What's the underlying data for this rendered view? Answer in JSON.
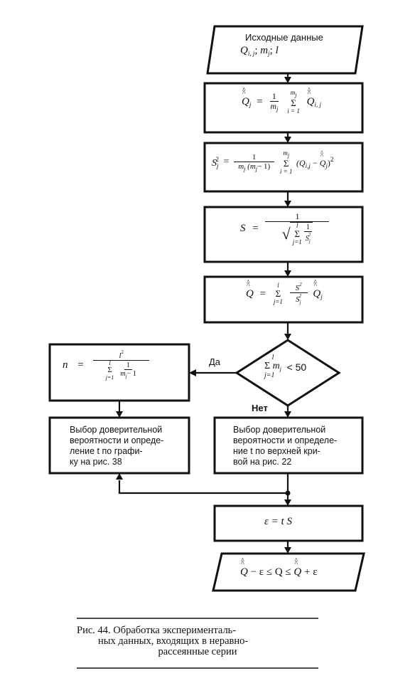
{
  "blocks": {
    "input": {
      "title": "Исходные данные",
      "vars": "Q",
      "vars_sub": "i, j",
      "sep1": "; ",
      "m": "m",
      "m_sub": "j",
      "sep2": "; ",
      "l": "l"
    },
    "mean": {
      "lhs": "Q",
      "lhs_sub": "j",
      "eq": "=",
      "num": "1",
      "den": "m",
      "den_sub": "j",
      "sum_top": "m",
      "sum_top_sub": "j",
      "sum": "Σ",
      "sum_bot": "i = 1",
      "term": "Q",
      "term_sub": "i, j"
    },
    "variance": {
      "lhs": "S",
      "lhs_sub": "j",
      "lhs_sup": "2",
      "eq": "=",
      "num": "1",
      "den": "m",
      "den_sub1": "j",
      "den_mid": " (m",
      "den_sub2": "j",
      "den_end": "− 1)",
      "sum_top": "m",
      "sum_top_sub": "j",
      "sum": "Σ",
      "sum_bot": "i = 1",
      "term": "(Q",
      "term_sub": "i,j",
      "term_mid": " − ",
      "term_q": "Q",
      "term_q_sub": "j",
      "term_end": ")",
      "term_sup": "2"
    },
    "s_total": {
      "lhs": "S",
      "eq": "=",
      "num": "1",
      "sum_top": "l",
      "sum": "Σ",
      "sum_bot": "j=1",
      "inner_num": "1",
      "inner_den": "S",
      "inner_den_sub": "j",
      "inner_den_sup": "2"
    },
    "weighted": {
      "lhs": "Q",
      "eq": "=",
      "sum_top": "l",
      "sum": "Σ",
      "sum_bot": "j=1",
      "num": "S",
      "num_sup": "2",
      "den": "S",
      "den_sub": "j",
      "den_sup": "2",
      "term": "Q",
      "term_sub": "j"
    },
    "decision": {
      "sum_top": "l",
      "sum": "Σ",
      "term": "m",
      "term_sub": "j",
      "sum_bot": "j=1",
      "cmp": "< 50",
      "yes": "Да",
      "no": "Нет"
    },
    "n_formula": {
      "lhs": "n",
      "eq": "=",
      "num": "l",
      "num_sup": "2",
      "sum_top": "l",
      "sum": "Σ",
      "sum_bot": "j=1",
      "inner_num": "1",
      "inner_den": "m",
      "inner_den_sub": "j",
      "inner_den_end": "− 1"
    },
    "choice_left": {
      "lines": [
        "Выбор доверительной",
        "вероятности и опреде-",
        "ление t по графи-",
        "ку на рис. 38"
      ]
    },
    "choice_right": {
      "lines": [
        "Выбор доверительной",
        "вероятности и определе-",
        "ние  t  по верхней кри-",
        "вой на рис. 22"
      ]
    },
    "epsilon": {
      "text": "ε = t S"
    },
    "result": {
      "q1": "Q",
      "mid1": " − ε ≤ Q ≤ ",
      "q2": "Q",
      "end": " + ε"
    }
  },
  "caption": {
    "lines": [
      "Рис.   44.   Обработка   эксперименталь-",
      "ных   данных,   входящих   в   неравно-",
      "рассеянные серии"
    ]
  }
}
